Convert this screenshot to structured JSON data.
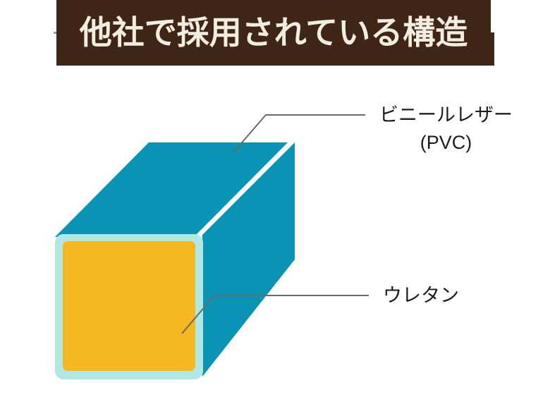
{
  "banner": {
    "title": "他社で採用されている構造",
    "bg_color": "#3E2516",
    "text_color": "#F2EDE1"
  },
  "diagram": {
    "colors": {
      "shell_teal": "#0994B5",
      "shell_rim_mint": "#B2E8E4",
      "core_yellow": "#F6B821",
      "edge_highlight": "#FFFFFF",
      "leader_line_gray": "#6A6A6A",
      "label_text": "#1D1D1D",
      "background": "#FFFFFF"
    },
    "labels": {
      "pvc": {
        "line1": "ビニールレザー",
        "line2": "(PVC)"
      },
      "urethane": {
        "text": "ウレタン"
      }
    }
  }
}
